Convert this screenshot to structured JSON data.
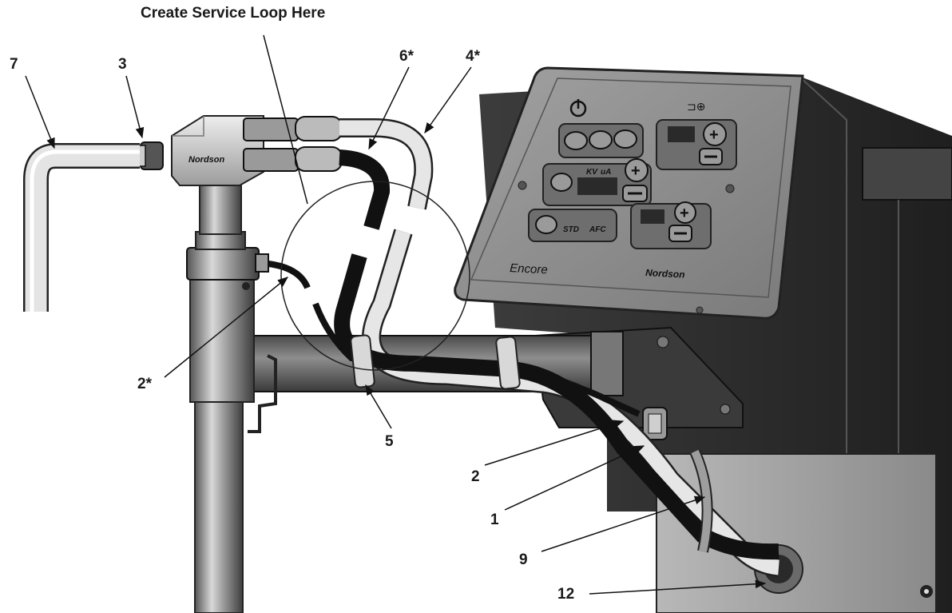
{
  "diagram": {
    "title": "Create Service Loop Here",
    "callouts": {
      "c7": "7",
      "c3": "3",
      "c6": "6*",
      "c4": "4*",
      "c2s": "2*",
      "c5": "5",
      "c2": "2",
      "c1": "1",
      "c9": "9",
      "c12": "12"
    },
    "control_panel": {
      "brand": "Encore",
      "logo": "Nordson",
      "kv_label": "KV",
      "ua_label": "uA",
      "std_label": "STD",
      "afc_label": "AFC"
    },
    "manifold_logo": "Nordson",
    "colors": {
      "steel": "#8c8c8c",
      "steel_dark": "#3a3a3a",
      "steel_light": "#d9d9d9",
      "enclosure": "#2e2e2e",
      "panel": "#8f8f8f",
      "clear_tube": "#e6e6e6",
      "black_hose": "#111111",
      "callout_line": "#111111"
    }
  }
}
